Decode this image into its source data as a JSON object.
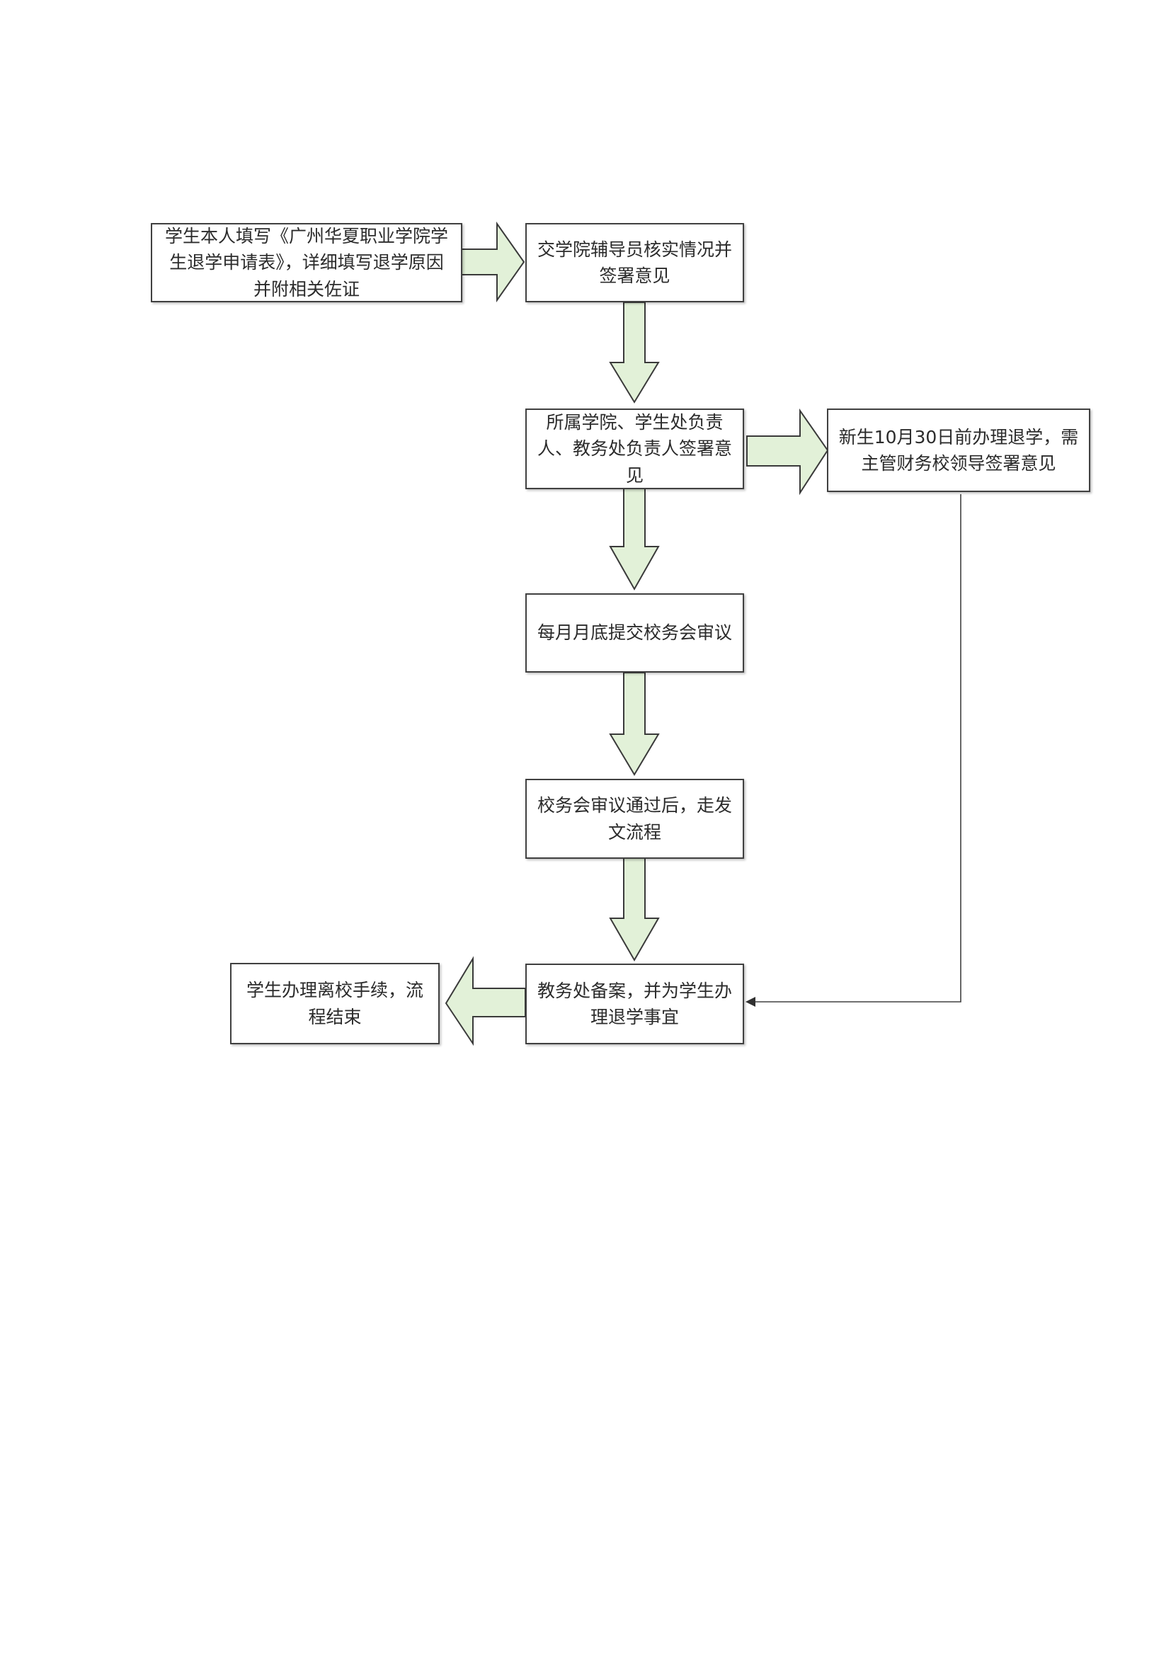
{
  "flowchart": {
    "nodes": [
      {
        "id": "n1",
        "text": "学生本人填写《广州华夏职业学院学生退学申请表》，详细填写退学原因并附相关佐证"
      },
      {
        "id": "n2",
        "text": "交学院辅导员核实情况并签署意见"
      },
      {
        "id": "n3",
        "text": "所属学院、学生处负责人、教务处负责人签署意见"
      },
      {
        "id": "n4",
        "text": "新生10月30日前办理退学，需主管财务校领导签署意见"
      },
      {
        "id": "n5",
        "text": "每月月底提交校务会审议"
      },
      {
        "id": "n6",
        "text": "校务会审议通过后，走发文流程"
      },
      {
        "id": "n7",
        "text": "教务处备案，并为学生办理退学事宜"
      },
      {
        "id": "n8",
        "text": "学生办理离校手续，流程结束"
      }
    ],
    "edges": [
      {
        "from": "n1",
        "to": "n2",
        "style": "block-arrow"
      },
      {
        "from": "n2",
        "to": "n3",
        "style": "block-arrow"
      },
      {
        "from": "n3",
        "to": "n4",
        "style": "block-arrow"
      },
      {
        "from": "n3",
        "to": "n5",
        "style": "block-arrow"
      },
      {
        "from": "n5",
        "to": "n6",
        "style": "block-arrow"
      },
      {
        "from": "n6",
        "to": "n7",
        "style": "block-arrow"
      },
      {
        "from": "n4",
        "to": "n7",
        "style": "line-arrow"
      },
      {
        "from": "n7",
        "to": "n8",
        "style": "block-arrow"
      }
    ],
    "colors": {
      "block_arrow_fill": "#e2f1d8",
      "outline": "#404040",
      "box_fill": "#ffffff"
    }
  }
}
